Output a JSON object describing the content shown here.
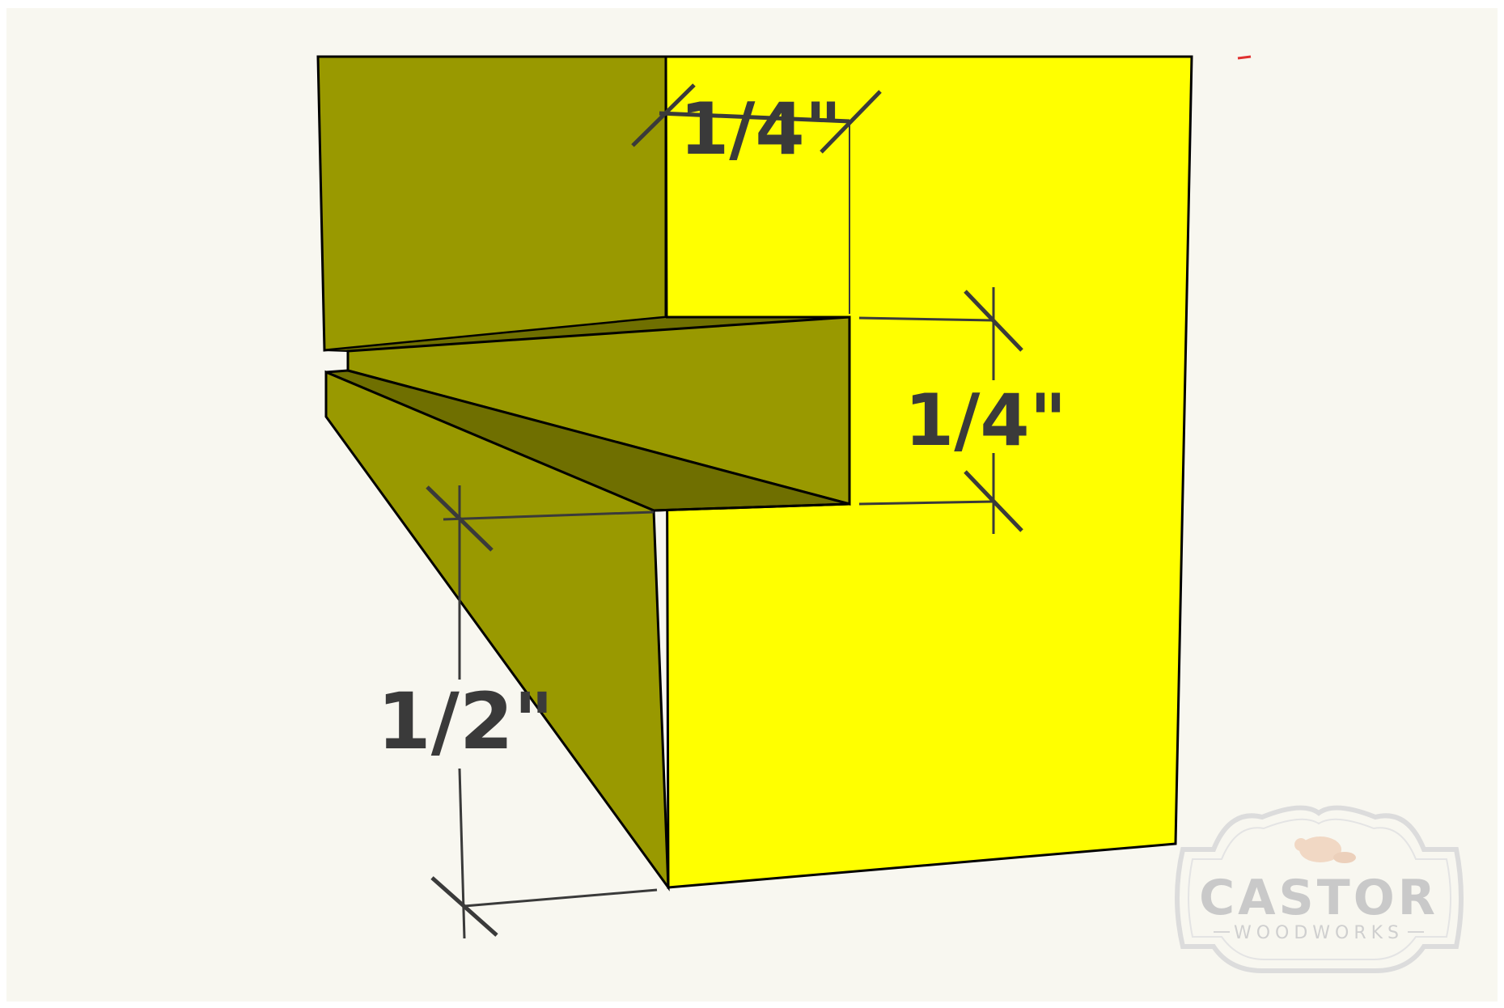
{
  "dimensions": {
    "top_quarter": "1/4\"",
    "middle_quarter": "1/4\"",
    "half": "1/2\""
  },
  "logo": {
    "name": "CASTOR",
    "subtitle": "WOODWORKS"
  },
  "colors": {
    "front_face": "#ffff00",
    "side_face": "#999900",
    "groove_shadow": "#6f6f00",
    "dimension_line": "#3a3a3a",
    "background": "#f8f7f0"
  }
}
